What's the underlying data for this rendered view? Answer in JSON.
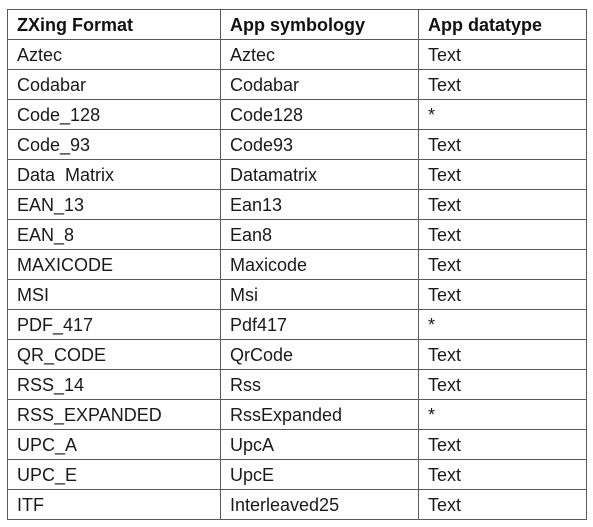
{
  "table": {
    "headers": [
      "ZXing Format",
      "App symbology",
      "App datatype"
    ],
    "rows": [
      [
        "Aztec",
        "Aztec",
        "Text"
      ],
      [
        "Codabar",
        "Codabar",
        "Text"
      ],
      [
        "Code_128",
        "Code128",
        "*"
      ],
      [
        "Code_93",
        "Code93",
        "Text"
      ],
      [
        "Data  Matrix",
        "Datamatrix",
        "Text"
      ],
      [
        "EAN_13",
        "Ean13",
        "Text"
      ],
      [
        "EAN_8",
        "Ean8",
        "Text"
      ],
      [
        "MAXICODE",
        "Maxicode",
        "Text"
      ],
      [
        "MSI",
        "Msi",
        "Text"
      ],
      [
        "PDF_417",
        "Pdf417",
        "*"
      ],
      [
        "QR_CODE",
        "QrCode",
        "Text"
      ],
      [
        "RSS_14",
        "Rss",
        "Text"
      ],
      [
        "RSS_EXPANDED",
        "RssExpanded",
        "*"
      ],
      [
        "UPC_A",
        "UpcA",
        "Text"
      ],
      [
        "UPC_E",
        "UpcE",
        "Text"
      ],
      [
        "ITF",
        "Interleaved25",
        "Text"
      ]
    ]
  }
}
